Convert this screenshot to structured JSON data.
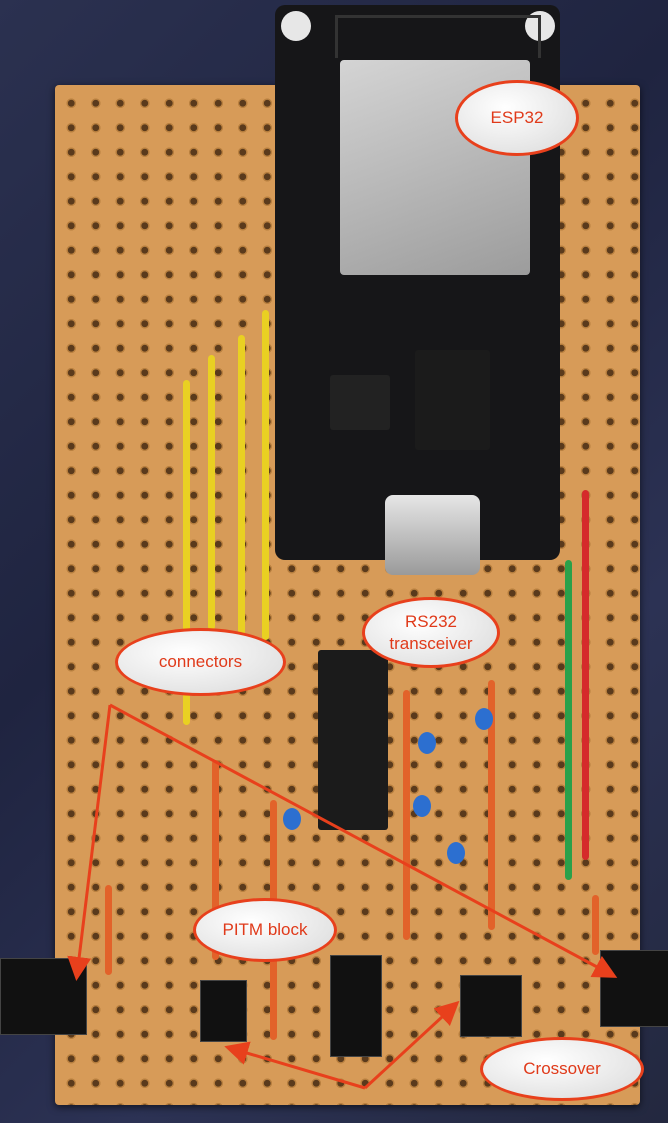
{
  "callouts": {
    "esp32": "ESP32",
    "rs232_line1": "RS232",
    "rs232_line2": "transceiver",
    "connectors": "connectors",
    "pitm": "PITM block",
    "crossover": "Crossover"
  },
  "colors": {
    "annotation": "#e8401c",
    "board": "#d79b58",
    "background": "#2b3150"
  }
}
